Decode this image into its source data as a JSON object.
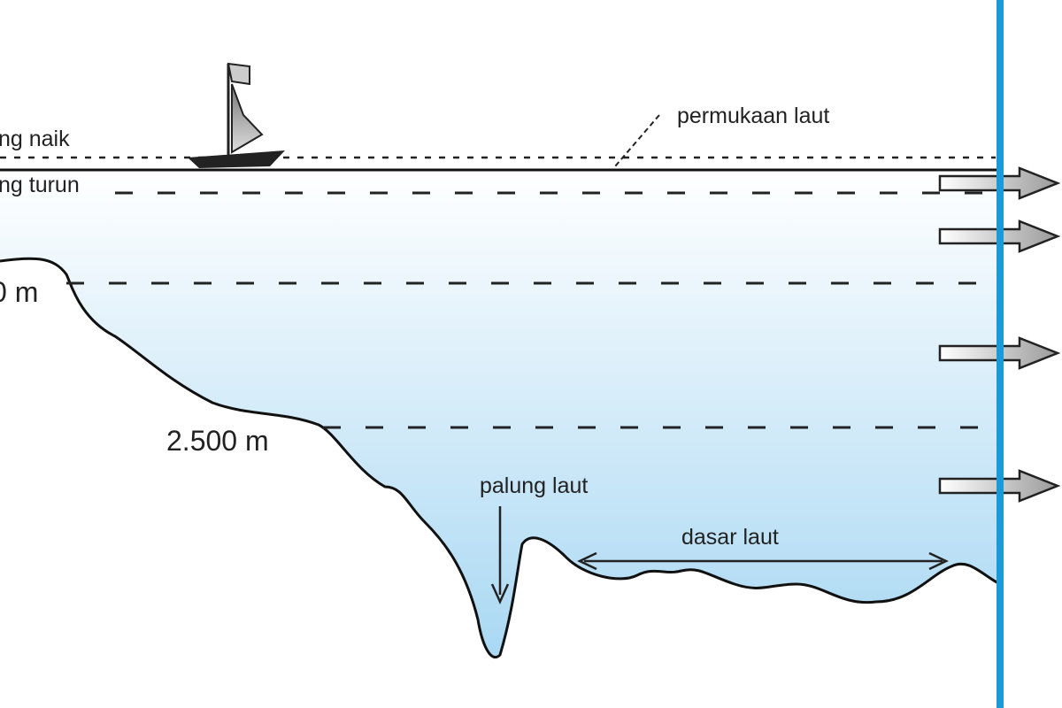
{
  "labels": {
    "high_tide": "ng naik",
    "low_tide": "ng turun",
    "depth_shelf": "0 m",
    "depth_slope": "2.500 m",
    "sea_surface": "permukaan laut",
    "trench": "palung laut",
    "sea_floor": "dasar laut"
  },
  "colors": {
    "water_top": "#ffffff",
    "water_bottom": "#a9d8f3",
    "boundary_line": "#1a9ad6",
    "arrow_fill": "#b0b0b0",
    "outline": "#111111"
  },
  "icons": [
    "sailboat-icon",
    "arrow-right-icon"
  ]
}
